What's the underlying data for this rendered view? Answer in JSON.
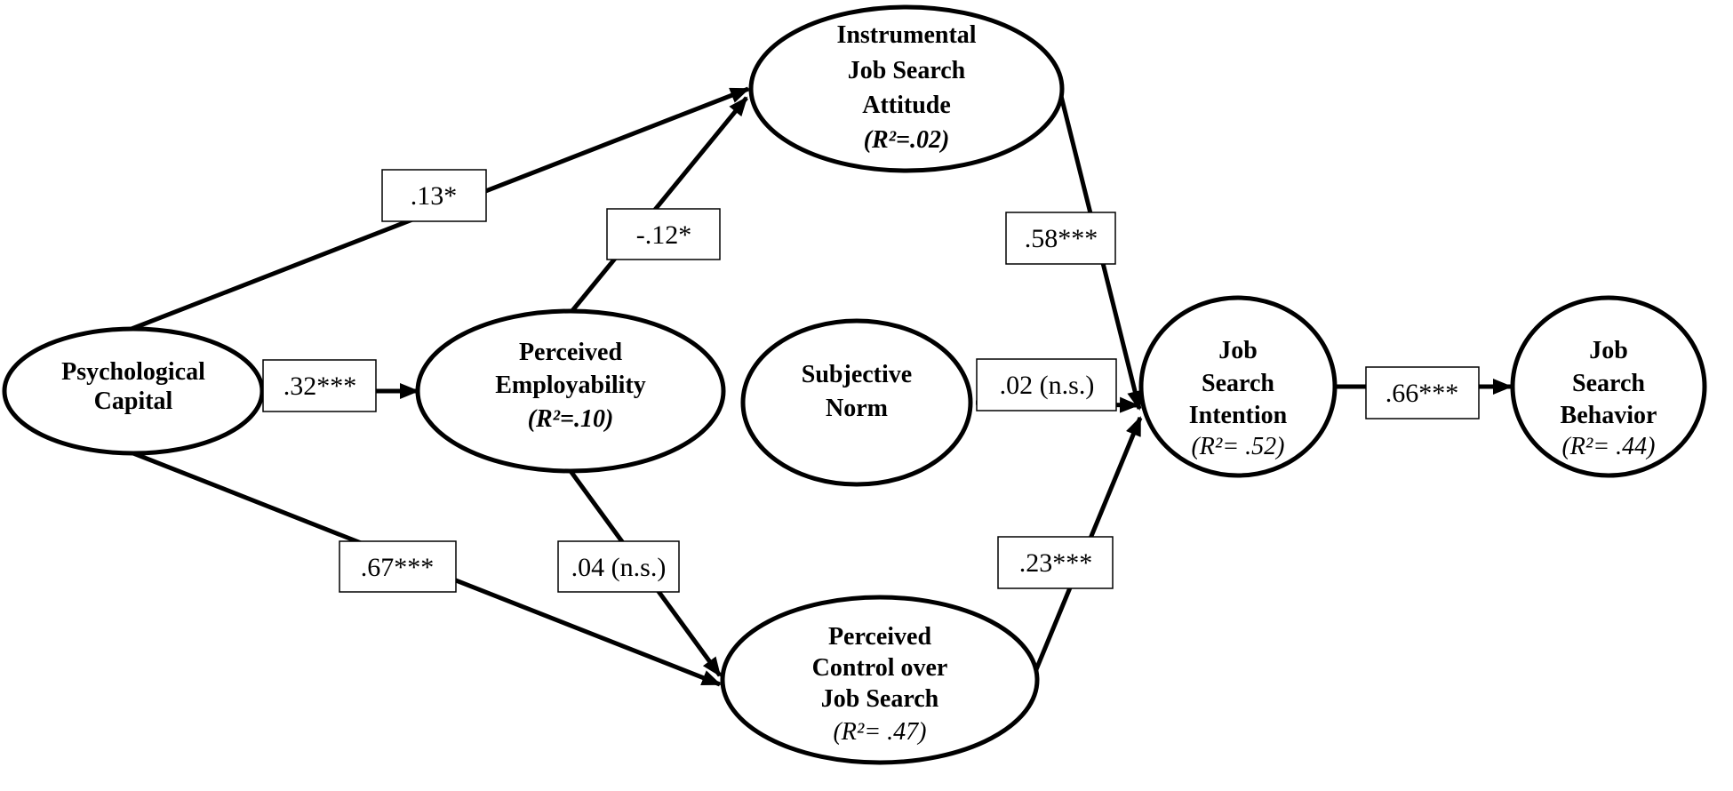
{
  "nodes": {
    "psychological_capital": {
      "lines": [
        "Psychological",
        "Capital"
      ],
      "r2": ""
    },
    "perceived_employability": {
      "lines": [
        "Perceived",
        "Employability"
      ],
      "r2": "(R²=.10)"
    },
    "instrumental_attitude": {
      "lines": [
        "Instrumental",
        "Job Search",
        "Attitude"
      ],
      "r2": "(R²=.02)"
    },
    "subjective_norm": {
      "lines": [
        "Subjective",
        "Norm"
      ],
      "r2": ""
    },
    "perceived_control": {
      "lines": [
        "Perceived",
        "Control over",
        "Job Search"
      ],
      "r2": "(R²= .47)"
    },
    "job_search_intention": {
      "lines": [
        "Job",
        "Search",
        "Intention"
      ],
      "r2": "(R²= .52)"
    },
    "job_search_behavior": {
      "lines": [
        "Job",
        "Search",
        "Behavior"
      ],
      "r2": "(R²= .44)"
    }
  },
  "paths": [
    {
      "id": "pc-to-ia",
      "from": "psychological_capital",
      "to": "instrumental_attitude",
      "coefficient": ".13*"
    },
    {
      "id": "pc-to-pe",
      "from": "psychological_capital",
      "to": "perceived_employability",
      "coefficient": ".32***"
    },
    {
      "id": "pc-to-ctrl",
      "from": "psychological_capital",
      "to": "perceived_control",
      "coefficient": ".67***"
    },
    {
      "id": "pe-to-ia",
      "from": "perceived_employability",
      "to": "instrumental_attitude",
      "coefficient": "-.12*"
    },
    {
      "id": "pe-to-ctrl",
      "from": "perceived_employability",
      "to": "perceived_control",
      "coefficient": ".04 (n.s.)"
    },
    {
      "id": "ia-to-jsi",
      "from": "instrumental_attitude",
      "to": "job_search_intention",
      "coefficient": ".58***"
    },
    {
      "id": "sn-to-jsi",
      "from": "subjective_norm",
      "to": "job_search_intention",
      "coefficient": ".02 (n.s.)"
    },
    {
      "id": "ctrl-to-jsi",
      "from": "perceived_control",
      "to": "job_search_intention",
      "coefficient": ".23***"
    },
    {
      "id": "jsi-to-jsb",
      "from": "job_search_intention",
      "to": "job_search_behavior",
      "coefficient": ".66***"
    }
  ]
}
